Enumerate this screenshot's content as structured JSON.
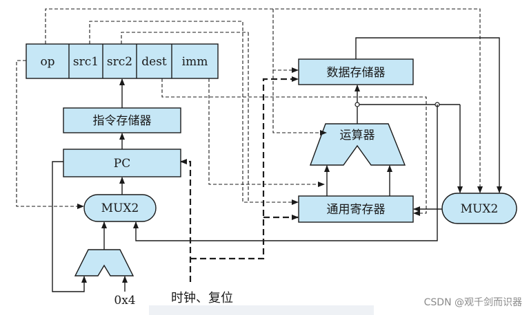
{
  "instruction_fields": [
    "op",
    "src1",
    "src2",
    "dest",
    "imm"
  ],
  "blocks": {
    "instruction_memory": "指令存储器",
    "pc": "PC",
    "mux_pc": "MUX2",
    "data_memory": "数据存储器",
    "alu": "运算器",
    "register_file": "通用寄存器",
    "mux_reg": "MUX2"
  },
  "labels": {
    "increment": "0x4",
    "clock_reset": "时钟、复位"
  },
  "watermark": "CSDN @观千剑而识器",
  "colors": {
    "block_fill": "#c6e7f6",
    "line": "#1a1a1a",
    "watermark": "#8a8a8a"
  }
}
